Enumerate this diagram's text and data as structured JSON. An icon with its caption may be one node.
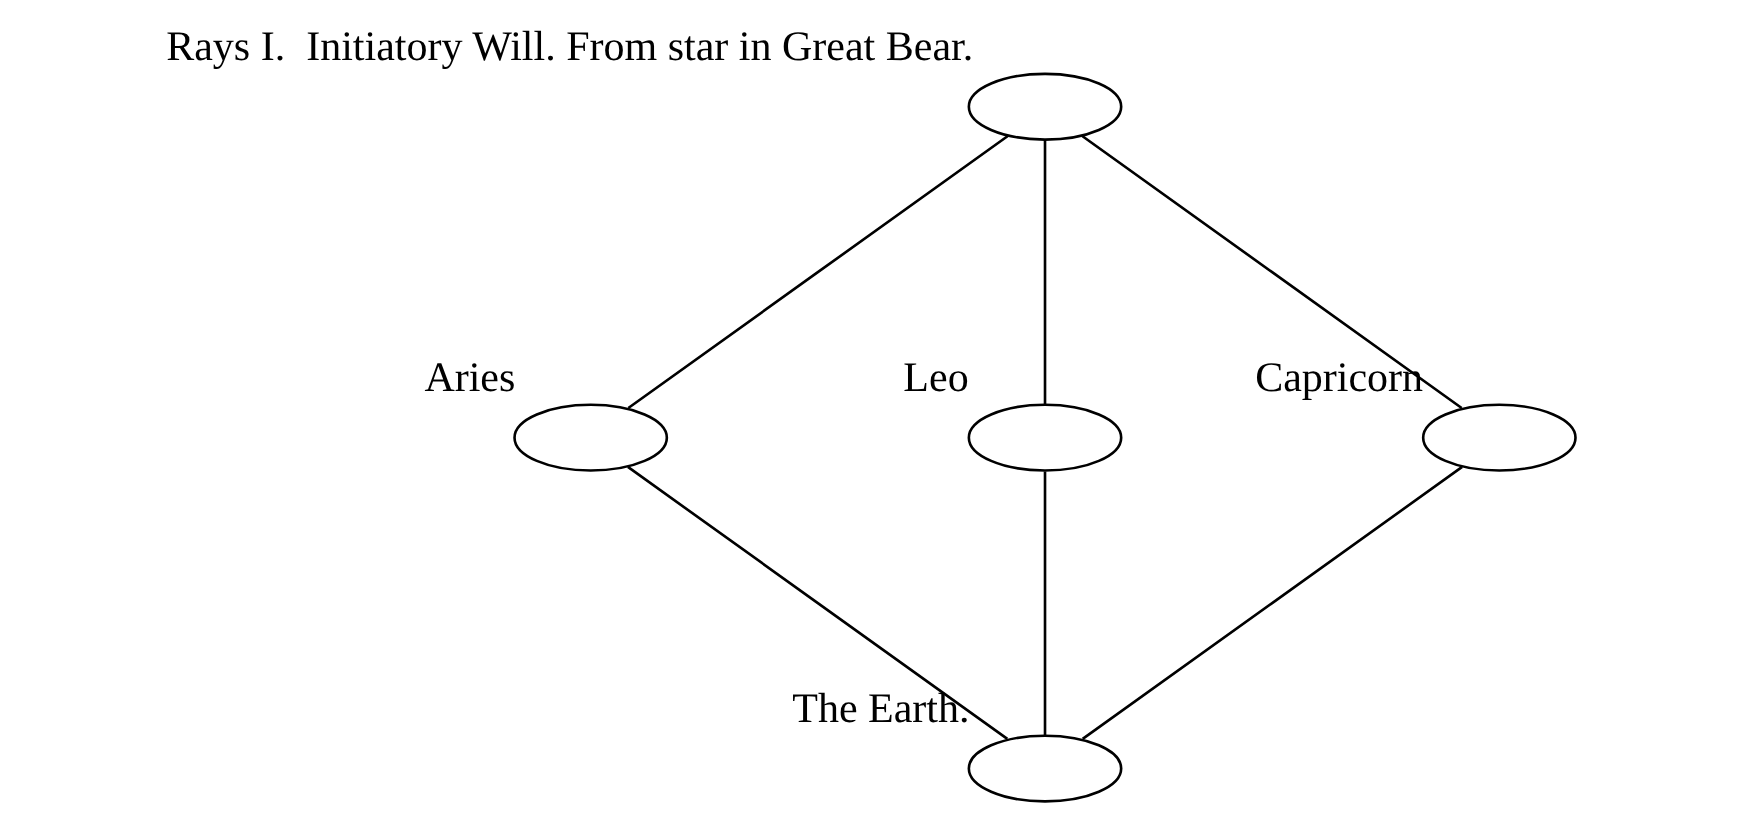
{
  "diagram": {
    "nodes": [
      {
        "text": [],
        "shape": "ellipse",
        "beside": [
          "Rays I.  Initiatory Will. From star in Great Bear."
        ]
      },
      {
        "text": [],
        "shape": "ellipse",
        "beside": [
          "Aries"
        ]
      },
      {
        "text": [],
        "shape": "ellipse",
        "beside": [
          "Leo"
        ]
      },
      {
        "text": [],
        "shape": "ellipse",
        "beside": [
          "Capricorn"
        ]
      },
      {
        "text": [],
        "shape": "ellipse",
        "beside": [
          "The Earth."
        ]
      }
    ],
    "edges": [
      {
        "from": 0,
        "to": 1,
        "arrow": "none"
      },
      {
        "from": 0,
        "to": 2,
        "arrow": "none"
      },
      {
        "from": 0,
        "to": 3,
        "arrow": "none"
      },
      {
        "from": 1,
        "to": 4,
        "arrow": "none"
      },
      {
        "from": 2,
        "to": 4,
        "arrow": "none"
      },
      {
        "from": 3,
        "to": 4,
        "arrow": "none"
      }
    ]
  }
}
